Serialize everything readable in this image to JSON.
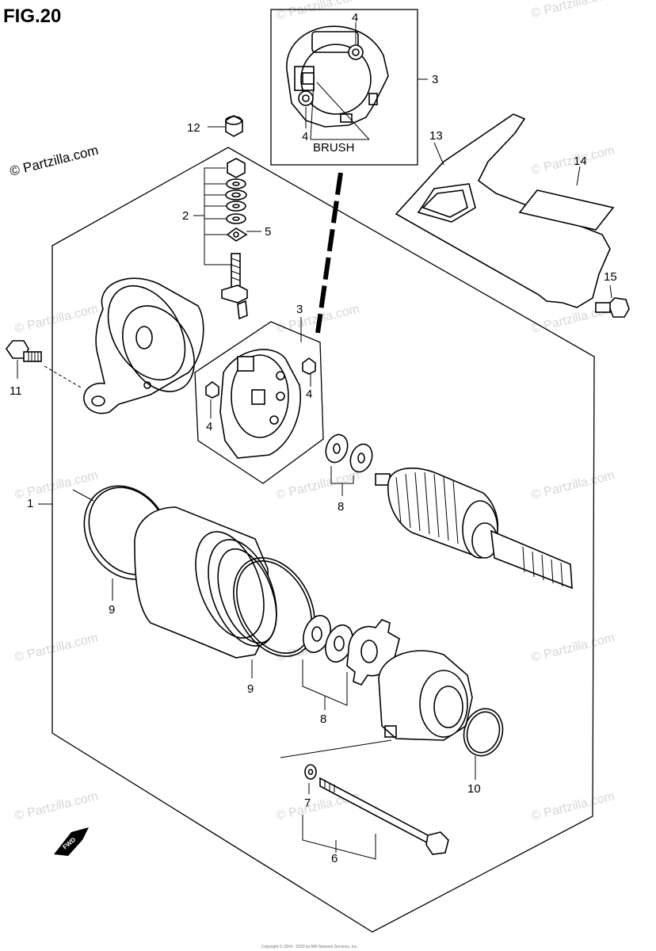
{
  "figure": {
    "title": "FIG.20",
    "copyright": "© Partzilla.com",
    "watermark": "© Partzilla.com",
    "direction_label": "FWD",
    "footer": "Copyright © 2004 - 2020 by ARI Network Services, Inc."
  },
  "inset": {
    "label": "BRUSH",
    "callouts": [
      "4",
      "4",
      "3"
    ]
  },
  "callouts": [
    {
      "id": "1",
      "label": "1"
    },
    {
      "id": "2",
      "label": "2"
    },
    {
      "id": "3",
      "label": "3"
    },
    {
      "id": "4a",
      "label": "4"
    },
    {
      "id": "4b",
      "label": "4"
    },
    {
      "id": "5",
      "label": "5"
    },
    {
      "id": "6",
      "label": "6"
    },
    {
      "id": "7",
      "label": "7"
    },
    {
      "id": "8a",
      "label": "8"
    },
    {
      "id": "8b",
      "label": "8"
    },
    {
      "id": "9a",
      "label": "9"
    },
    {
      "id": "9b",
      "label": "9"
    },
    {
      "id": "10",
      "label": "10"
    },
    {
      "id": "11",
      "label": "11"
    },
    {
      "id": "12",
      "label": "12"
    },
    {
      "id": "13",
      "label": "13"
    },
    {
      "id": "14",
      "label": "14"
    },
    {
      "id": "15",
      "label": "15"
    }
  ]
}
